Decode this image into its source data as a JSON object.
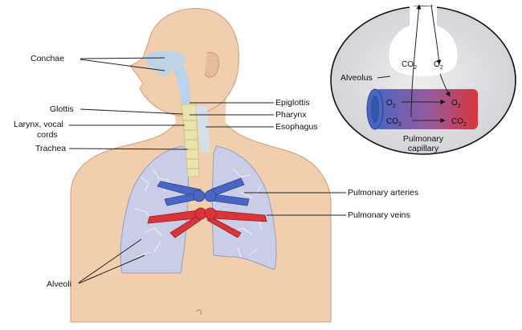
{
  "labels": {
    "conchae": "Conchae",
    "glottis": "Glottis",
    "larynx_line1": "Larynx, vocal",
    "larynx_line2": "cords",
    "trachea": "Trachea",
    "alveoli": "Alveoli",
    "epiglottis": "Epiglottis",
    "pharynx": "Pharynx",
    "esophagus": "Esophagus",
    "pulmonary_arteries": "Pulmonary arteries",
    "pulmonary_veins": "Pulmonary veins"
  },
  "inset": {
    "alveolus": "Alveolus",
    "co2_alveolus": "CO",
    "o2_alveolus": "O",
    "o2_blood_in": "O",
    "o2_blood_out": "O",
    "co2_blood_in": "CO",
    "co2_blood_out": "CO",
    "subscript_2": "2",
    "capillary_line1": "Pulmonary",
    "capillary_line2": "capillary"
  },
  "colors": {
    "skin": "#f1cfae",
    "skin_shadow": "#d9a883",
    "airway": "#b9d3ec",
    "lung_fill": "#c9cde6",
    "lung_vessel": "#ffffff",
    "artery_blue": "#4a66c4",
    "vein_red": "#d8343a",
    "inset_bg": "#dcdce0"
  }
}
